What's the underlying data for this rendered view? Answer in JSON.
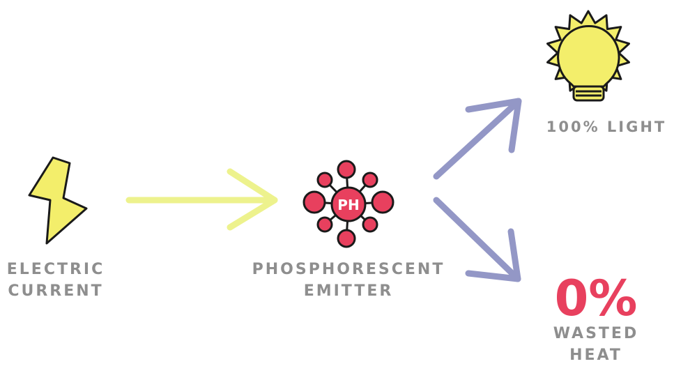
{
  "nodes": {
    "current": {
      "line1": "ELECTRIC",
      "line2": "CURRENT"
    },
    "emitter": {
      "badge": "PH",
      "line1": "PHOSPHORESCENT",
      "line2": "EMITTER"
    },
    "light": {
      "label": "100% LIGHT"
    },
    "heat": {
      "percent": "0%",
      "line1": "WASTED",
      "line2": "HEAT"
    }
  },
  "icons": {
    "current": "lightning-bolt-icon",
    "emitter": "molecule-icon",
    "light": "light-bulb-icon"
  },
  "colors": {
    "label_gray": "#8e8e8e",
    "accent_red": "#e8405e",
    "bolt_yellow": "#f3ee6b",
    "arrow_yellow": "#edf28d",
    "arrow_blue": "#9397c6",
    "outline": "#1a1a1a"
  }
}
